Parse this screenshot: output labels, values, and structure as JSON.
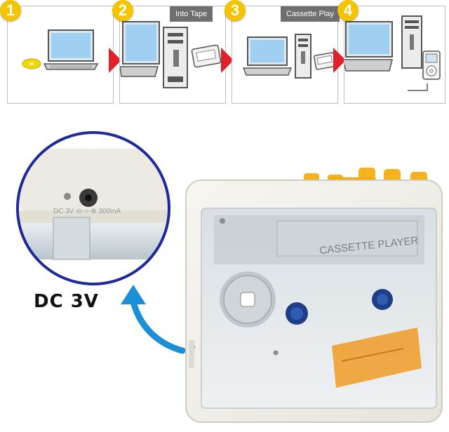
{
  "steps": [
    {
      "number": "1",
      "label": ""
    },
    {
      "number": "2",
      "label": "Into Tape"
    },
    {
      "number": "3",
      "label": "Cassette Play"
    },
    {
      "number": "4",
      "label": ""
    }
  ],
  "device": {
    "window_text": "CASSETTE PLAYER",
    "power_label": "DC 3V",
    "jack_text": "DC 3V  ⊖-○-⊕ 300mA"
  },
  "colors": {
    "badge": "#f5c400",
    "arrow_red": "#e0202a",
    "circle_border": "#1f2a9a",
    "curve_arrow": "#1c8fd6",
    "cassette_orange": "#f0a030",
    "button_yellow": "#f6b21a",
    "reel_blue": "#1e3f86"
  },
  "icons": [
    "cd-disc-icon",
    "laptop-icon",
    "desktop-tower-icon",
    "cassette-player-icon",
    "ipod-icon",
    "red-arrow-icon",
    "curved-arrow-icon"
  ]
}
